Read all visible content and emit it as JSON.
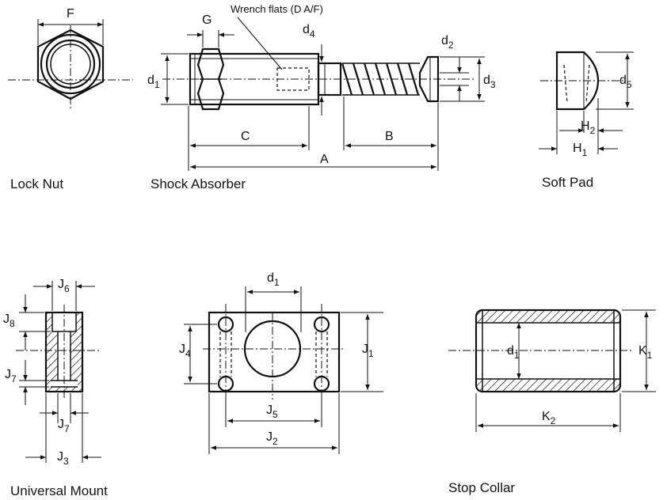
{
  "captions": {
    "lock_nut": "Lock Nut",
    "shock_absorber": "Shock Absorber",
    "soft_pad": "Soft Pad",
    "universal_mount": "Universal Mount",
    "stop_collar": "Stop Collar"
  },
  "annotation": {
    "wrench_flats": "Wrench flats (D A/F)"
  },
  "dimensions": {
    "F": "F",
    "G": "G",
    "A": "A",
    "B": "B",
    "C": "C",
    "d1": {
      "base": "d",
      "sub": "1"
    },
    "d2": {
      "base": "d",
      "sub": "2"
    },
    "d3": {
      "base": "d",
      "sub": "3"
    },
    "d4": {
      "base": "d",
      "sub": "4"
    },
    "d5": {
      "base": "d",
      "sub": "5"
    },
    "H1": {
      "base": "H",
      "sub": "1"
    },
    "H2": {
      "base": "H",
      "sub": "2"
    },
    "J1": {
      "base": "J",
      "sub": "1"
    },
    "J2": {
      "base": "J",
      "sub": "2"
    },
    "J3": {
      "base": "J",
      "sub": "3"
    },
    "J4": {
      "base": "J",
      "sub": "4"
    },
    "J5": {
      "base": "J",
      "sub": "5"
    },
    "J6": {
      "base": "J",
      "sub": "6"
    },
    "J7": {
      "base": "J",
      "sub": "7"
    },
    "J8": {
      "base": "J",
      "sub": "8"
    },
    "K1": {
      "base": "K",
      "sub": "1"
    },
    "K2": {
      "base": "K",
      "sub": "2"
    }
  }
}
